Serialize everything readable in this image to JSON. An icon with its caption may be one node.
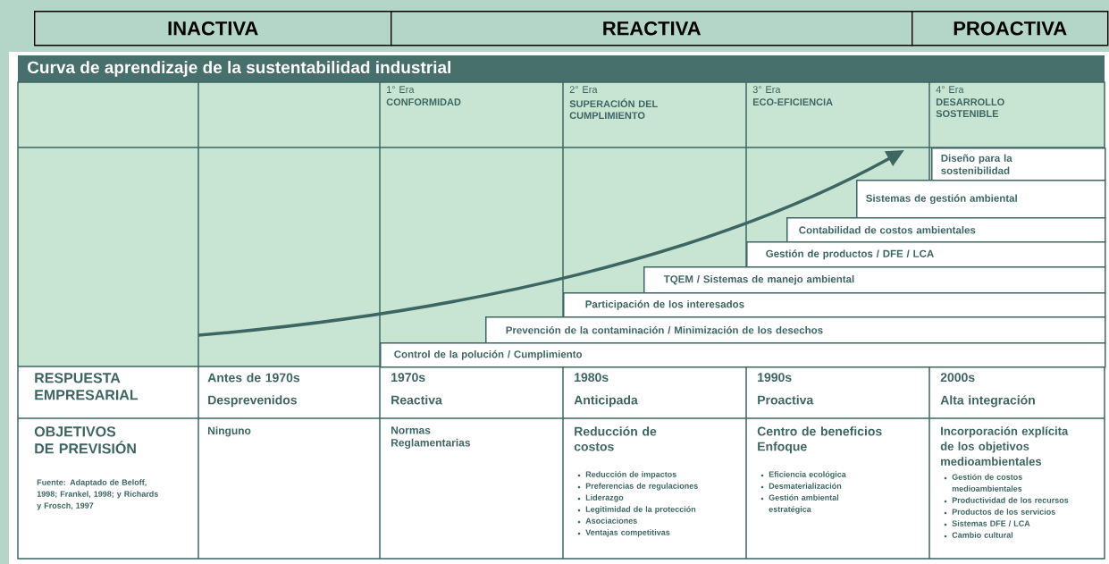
{
  "diagram": {
    "title": "Curva de aprendizaje de la sustentabilidad industrial",
    "nodes": [
      {
        "text": [
          "INACTIVA"
        ]
      },
      {
        "text": [
          "REACTIVA"
        ]
      },
      {
        "text": [
          "PROACTIVA"
        ]
      },
      {
        "text": [
          "Diseño para la sostenibilidad"
        ]
      },
      {
        "text": [
          "Sistemas de gestión ambiental"
        ]
      },
      {
        "text": [
          "Contabilidad de costos ambientales"
        ]
      },
      {
        "text": [
          "Gestión de productos / DFE / LCA"
        ]
      },
      {
        "text": [
          "TQEM / Sistemas de manejo ambiental"
        ]
      },
      {
        "text": [
          "Participación de los interesados"
        ]
      },
      {
        "text": [
          "Prevención de la contaminación / Minimización de los desechos"
        ]
      },
      {
        "text": [
          "Control de la polución / Cumplimiento"
        ]
      }
    ],
    "labels": [
      "1° Era",
      "CONFORMIDAD",
      "2° Era",
      "SUPERACIÓN DEL CUMPLIMIENTO",
      "3° Era",
      "ECO-EFICIENCIA",
      "4° Era",
      "DESARROLLO SOSTENIBLE",
      "RESPUESTA EMPRESARIAL",
      "Antes de 1970s",
      "Desprevenidos",
      "1970s",
      "Reactiva",
      "1980s",
      "Anticipada",
      "1990s",
      "Proactiva",
      "2000s",
      "Alta integración",
      "OBJETIVOS DE PREVISIÓN",
      "Fuente: Adaptado de Beloff, 1998; Frankel, 1998; y Richards y Frosch, 1997",
      "Ninguno",
      "Normas Reglamentarias",
      "Reducción de costos",
      "Reducción de impactos",
      "Preferencias de regulaciones",
      "Liderazgo",
      "Legitimidad de la protección",
      "Asociaciones",
      "Ventajas competitivas",
      "Centro de beneficios Enfoque",
      "Eficiencia ecológica",
      "Desmaterialización",
      "Gestión ambiental estratégica",
      "Incorporación explícita de los objetivos medioambientales",
      "Gestión de costos medioambientales",
      "Productividad de los recursos",
      "Productos de los servicios",
      "Sistemas DFE / LCA",
      "Cambio cultural"
    ]
  }
}
